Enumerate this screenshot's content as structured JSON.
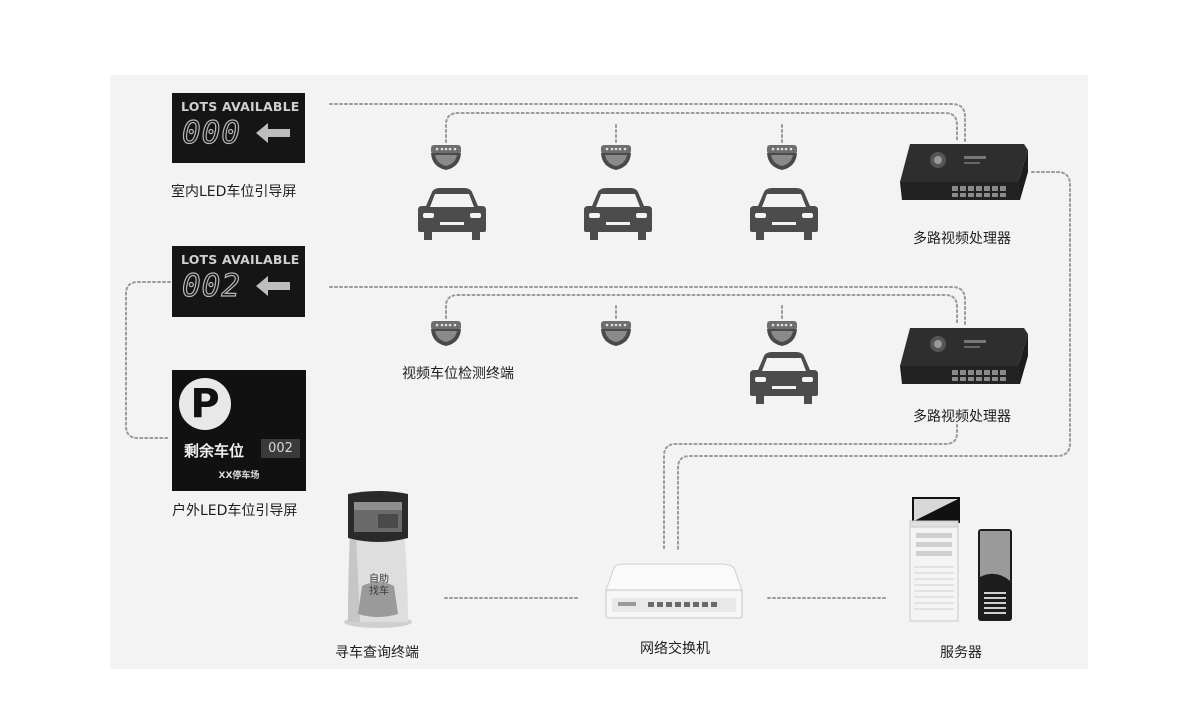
{
  "indoor_screen": {
    "header": "LOTS AVAILABLE",
    "number": "000",
    "caption": "室内LED车位引导屏"
  },
  "indoor_screen_2": {
    "header": "LOTS AVAILABLE",
    "number": "002"
  },
  "outdoor_screen": {
    "letter": "P",
    "remaining_label": "剩余车位",
    "count": "002",
    "lot_name": "XX停车场",
    "caption": "户外LED车位引导屏"
  },
  "detector_caption": "视频车位检测终端",
  "processor_caption_1": "多路视频处理器",
  "processor_caption_2": "多路视频处理器",
  "kiosk": {
    "screen_text": "自助找车",
    "caption": "寻车查询终端"
  },
  "switch_caption": "网络交换机",
  "server_caption": "服务器"
}
